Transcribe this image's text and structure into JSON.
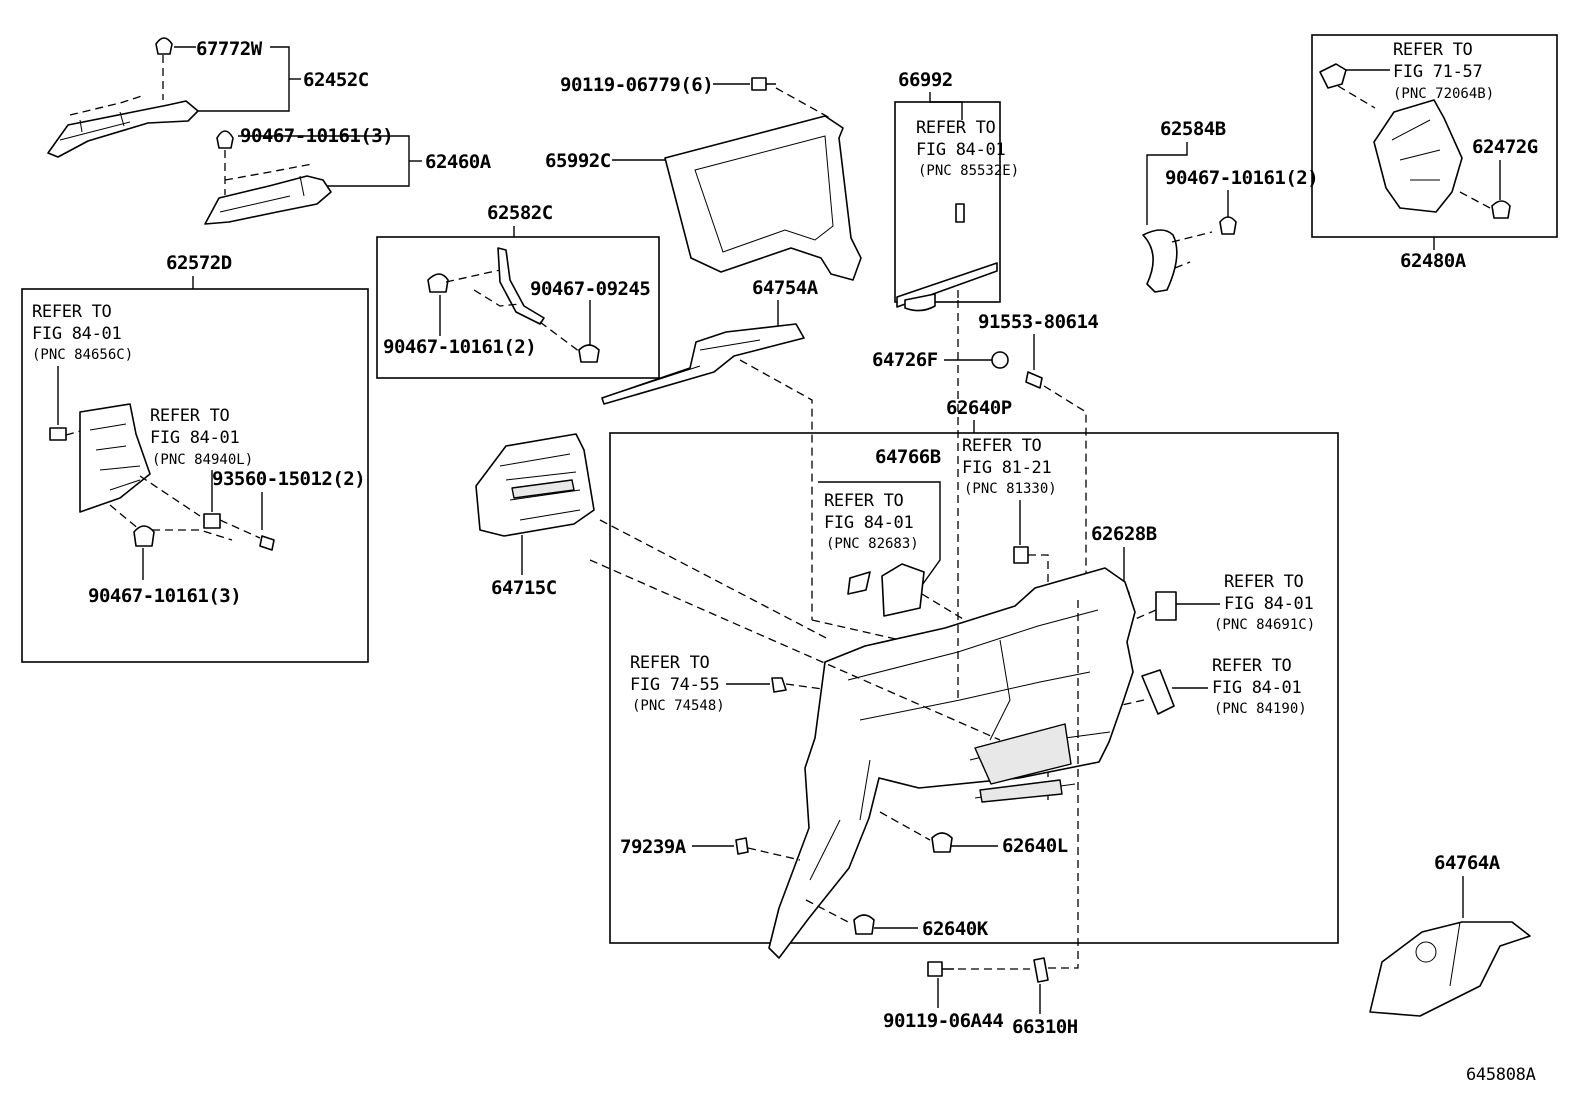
{
  "diagram_id": "645808A",
  "labels": {
    "p67772W": "67772W",
    "p62452C": "62452C",
    "p90467_10161_3a": "90467-10161(3)",
    "p62460A": "62460A",
    "p90119_06779": "90119-06779(6)",
    "p65992C": "65992C",
    "p66992": "66992",
    "p62584B": "62584B",
    "p90467_10161_2b": "90467-10161(2)",
    "p62472G": "62472G",
    "p62480A": "62480A",
    "p62582C": "62582C",
    "p90467_09245": "90467-09245",
    "p90467_10161_2a": "90467-10161(2)",
    "p62572D": "62572D",
    "p93560_15012": "93560-15012(2)",
    "p90467_10161_3b": "90467-10161(3)",
    "p64754A": "64754A",
    "p91553_80614": "91553-80614",
    "p64726F": "64726F",
    "p62640P": "62640P",
    "p64766B": "64766B",
    "p64715C": "64715C",
    "p62628B": "62628B",
    "p79239A": "79239A",
    "p62640L": "62640L",
    "p62640K": "62640K",
    "p90119_06A44": "90119-06A44",
    "p66310H": "66310H",
    "p64764A": "64764A"
  },
  "refs": [
    {
      "id": "r1",
      "line1": "REFER TO",
      "line2": "FIG 84-01",
      "pnc": "(PNC 85532E)"
    },
    {
      "id": "r2",
      "line1": "REFER TO",
      "line2": "FIG 71-57",
      "pnc": "(PNC 72064B)"
    },
    {
      "id": "r3",
      "line1": "REFER TO",
      "line2": "FIG 84-01",
      "pnc": "(PNC 84656C)"
    },
    {
      "id": "r4",
      "line1": "REFER TO",
      "line2": "FIG 84-01",
      "pnc": "(PNC 84940L)"
    },
    {
      "id": "r5",
      "line1": "REFER TO",
      "line2": "FIG 81-21",
      "pnc": "(PNC 81330)"
    },
    {
      "id": "r6",
      "line1": "REFER TO",
      "line2": "FIG 84-01",
      "pnc": "(PNC 82683)"
    },
    {
      "id": "r7",
      "line1": "REFER TO",
      "line2": "FIG 84-01",
      "pnc": "(PNC 84691C)"
    },
    {
      "id": "r8",
      "line1": "REFER TO",
      "line2": "FIG 74-55",
      "pnc": "(PNC 74548)"
    },
    {
      "id": "r9",
      "line1": "REFER TO",
      "line2": "FIG 84-01",
      "pnc": "(PNC 84190)"
    }
  ]
}
